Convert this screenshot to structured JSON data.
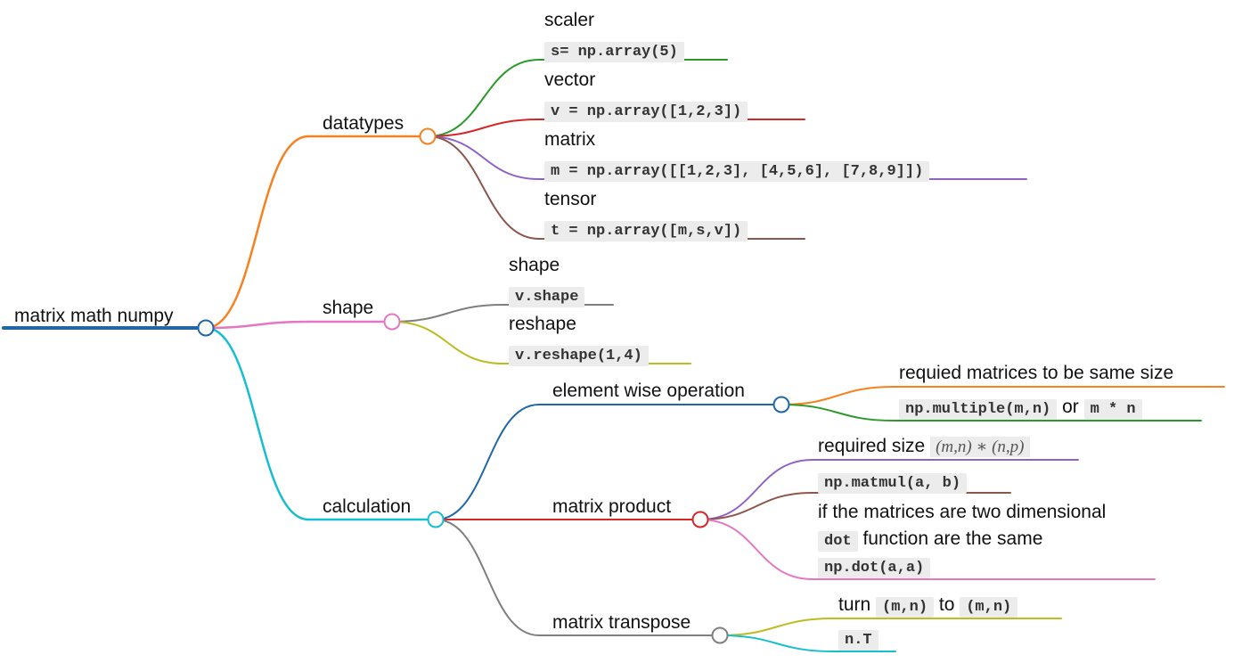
{
  "mindmap": {
    "root": {
      "id": "root",
      "parts": [
        {
          "t": "text",
          "v": "matrix math numpy"
        }
      ],
      "color": "#2166a8",
      "children": [
        {
          "id": "datatypes",
          "parts": [
            {
              "t": "text",
              "v": "datatypes"
            }
          ],
          "color": "#f58220",
          "children": [
            {
              "id": "scaler",
              "color": "#2b9a2b",
              "lines": [
                [
                  {
                    "t": "text",
                    "v": "scaler"
                  }
                ],
                [
                  {
                    "t": "code",
                    "v": "s= np.array(5)"
                  }
                ]
              ]
            },
            {
              "id": "vector",
              "color": "#d62728",
              "lines": [
                [
                  {
                    "t": "text",
                    "v": "vector"
                  }
                ],
                [
                  {
                    "t": "code",
                    "v": "v = np.array([1,2,3])"
                  }
                ]
              ]
            },
            {
              "id": "matrix",
              "color": "#8e63c4",
              "lines": [
                [
                  {
                    "t": "text",
                    "v": "matrix"
                  }
                ],
                [
                  {
                    "t": "code",
                    "v": "m = np.array([[1,2,3], [4,5,6], [7,8,9]])"
                  }
                ]
              ]
            },
            {
              "id": "tensor",
              "color": "#8c564b",
              "lines": [
                [
                  {
                    "t": "text",
                    "v": "tensor"
                  }
                ],
                [
                  {
                    "t": "code",
                    "v": "t = np.array([m,s,v])"
                  }
                ]
              ]
            }
          ]
        },
        {
          "id": "shape",
          "parts": [
            {
              "t": "text",
              "v": "shape"
            }
          ],
          "color": "#e377c2",
          "children": [
            {
              "id": "shape-attr",
              "color": "#7f7f7f",
              "lines": [
                [
                  {
                    "t": "text",
                    "v": "shape"
                  }
                ],
                [
                  {
                    "t": "code",
                    "v": "v.shape"
                  }
                ]
              ]
            },
            {
              "id": "reshape",
              "color": "#bcbd22",
              "lines": [
                [
                  {
                    "t": "text",
                    "v": "reshape"
                  }
                ],
                [
                  {
                    "t": "code",
                    "v": "v.reshape(1,4)"
                  }
                ]
              ]
            }
          ]
        },
        {
          "id": "calculation",
          "parts": [
            {
              "t": "text",
              "v": "calculation"
            }
          ],
          "color": "#17becf",
          "children": [
            {
              "id": "element-wise",
              "parts": [
                {
                  "t": "text",
                  "v": "element wise operation"
                }
              ],
              "color": "#2166a8",
              "children": [
                {
                  "id": "same-size",
                  "color": "#f58220",
                  "lines": [
                    [
                      {
                        "t": "text",
                        "v": "requied matrices to be same size"
                      }
                    ]
                  ]
                },
                {
                  "id": "multiply",
                  "color": "#2b9a2b",
                  "lines": [
                    [
                      {
                        "t": "code",
                        "v": "np.multiple(m,n)"
                      },
                      {
                        "t": "text",
                        "v": " or "
                      },
                      {
                        "t": "code",
                        "v": "m * n"
                      }
                    ]
                  ]
                }
              ]
            },
            {
              "id": "matrix-product",
              "parts": [
                {
                  "t": "text",
                  "v": "matrix product"
                }
              ],
              "color": "#d62728",
              "children": [
                {
                  "id": "required-size",
                  "color": "#8e63c4",
                  "lines": [
                    [
                      {
                        "t": "text",
                        "v": "required size "
                      },
                      {
                        "t": "math",
                        "v": "(m,n) ∗ (n,p)"
                      }
                    ]
                  ]
                },
                {
                  "id": "matmul",
                  "color": "#8c564b",
                  "lines": [
                    [
                      {
                        "t": "code",
                        "v": "np.matmul(a, b)"
                      }
                    ]
                  ]
                },
                {
                  "id": "two-dim",
                  "color": "#e377c2",
                  "lines": [
                    [
                      {
                        "t": "text",
                        "v": "if the matrices are two dimensional"
                      }
                    ],
                    [
                      {
                        "t": "code",
                        "v": "dot"
                      },
                      {
                        "t": "text",
                        "v": " function are the same"
                      }
                    ],
                    [
                      {
                        "t": "code",
                        "v": "np.dot(a,a)"
                      }
                    ]
                  ]
                }
              ]
            },
            {
              "id": "transpose",
              "parts": [
                {
                  "t": "text",
                  "v": "matrix transpose"
                }
              ],
              "color": "#7f7f7f",
              "children": [
                {
                  "id": "turn",
                  "color": "#bcbd22",
                  "lines": [
                    [
                      {
                        "t": "text",
                        "v": "turn "
                      },
                      {
                        "t": "code",
                        "v": "(m,n)"
                      },
                      {
                        "t": "text",
                        "v": " to "
                      },
                      {
                        "t": "code",
                        "v": "(m,n)"
                      }
                    ]
                  ]
                },
                {
                  "id": "nT",
                  "color": "#17becf",
                  "lines": [
                    [
                      {
                        "t": "code",
                        "v": "n.T"
                      }
                    ]
                  ]
                }
              ]
            }
          ]
        }
      ]
    }
  }
}
